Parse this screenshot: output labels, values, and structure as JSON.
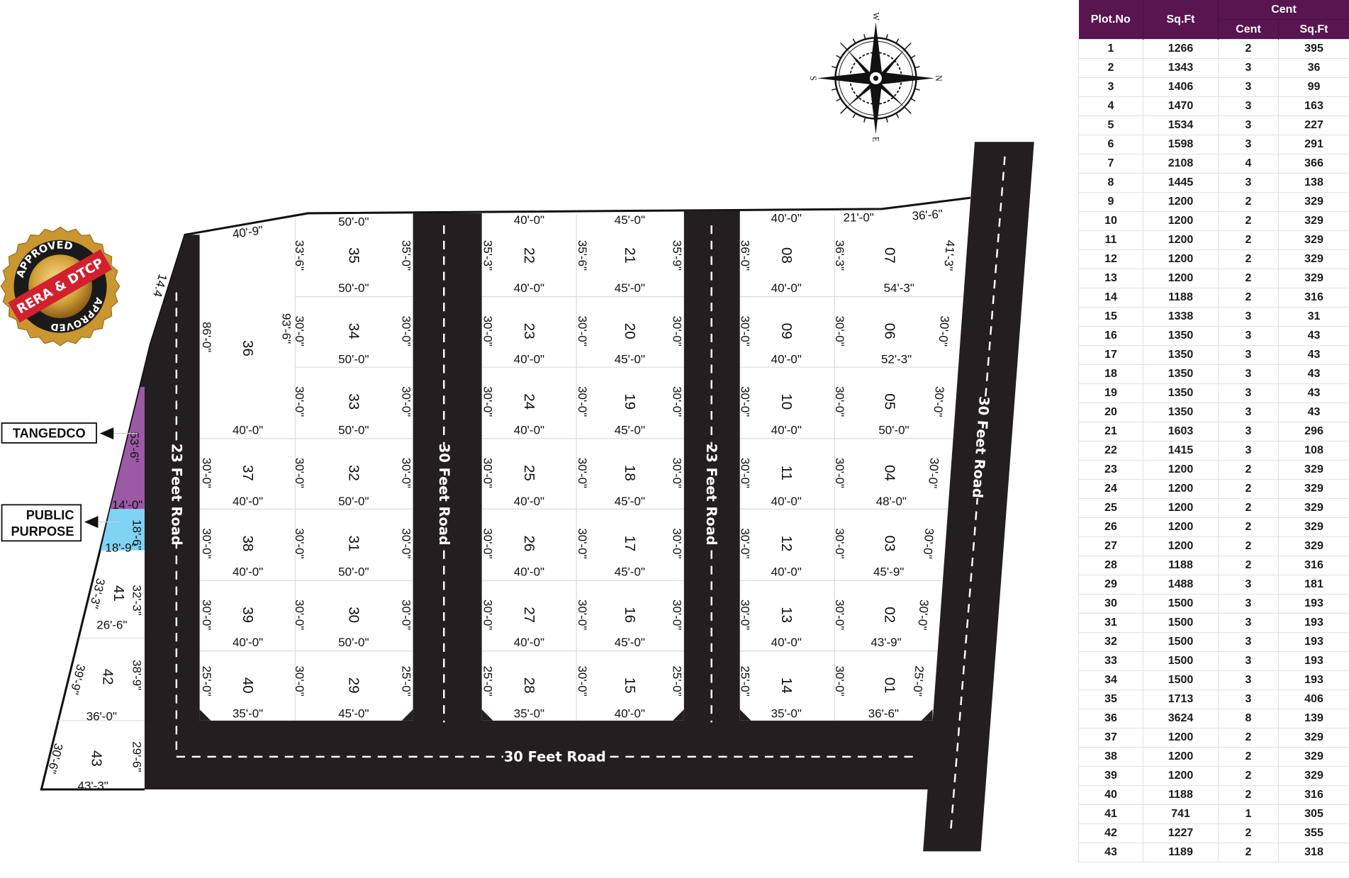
{
  "badge": {
    "top": "APPROVED",
    "band": "RERA & DTCP",
    "bottom": "APPROVED"
  },
  "compass": {
    "north": "N",
    "south": "S",
    "east": "E",
    "west": "W"
  },
  "legend": {
    "tangedco": "TANGEDCO",
    "public_line1": "PUBLIC",
    "public_line2": "PURPOSE"
  },
  "roads": {
    "left_vertical": "23 Feet Road",
    "middle_vertical_1": "30 Feet Road",
    "middle_vertical_2": "23 Feet Road",
    "bottom": "30 Feet Road",
    "right_vertical": "30 Feet Road"
  },
  "plan": {
    "columns": [
      {
        "top": "40'-9\"",
        "plots": [
          null,
          "36",
          null,
          "37",
          "38",
          "39",
          "40"
        ],
        "bottoms": [
          null,
          null,
          "40'-0\"",
          "40'-0\"",
          "40'-0\"",
          "40'-0\"",
          "35'-0\""
        ]
      },
      {
        "top": "50'-0\"",
        "plots": [
          "35",
          "34",
          "33",
          "32",
          "31",
          "30",
          "29"
        ],
        "bottoms": [
          "50'-0\"",
          "50'-0\"",
          "50'-0\"",
          "50'-0\"",
          "50'-0\"",
          "50'-0\"",
          "45'-0\""
        ]
      },
      {
        "top": "40'-0\"",
        "plots": [
          "22",
          "23",
          "24",
          "25",
          "26",
          "27",
          "28"
        ],
        "bottoms": [
          "40'-0\"",
          "40'-0\"",
          "40'-0\"",
          "40'-0\"",
          "40'-0\"",
          "40'-0\"",
          "35'-0\""
        ]
      },
      {
        "top": "45'-0\"",
        "plots": [
          "21",
          "20",
          "19",
          "18",
          "17",
          "16",
          "15"
        ],
        "bottoms": [
          "45'-0\"",
          "45'-0\"",
          "45'-0\"",
          "45'-0\"",
          "45'-0\"",
          "45'-0\"",
          "40'-0\""
        ]
      },
      {
        "top": "40'-0\"",
        "plots": [
          "08",
          "09",
          "10",
          "11",
          "12",
          "13",
          "14"
        ],
        "bottoms": [
          "40'-0\"",
          "40'-0\"",
          "40'-0\"",
          "40'-0\"",
          "40'-0\"",
          "40'-0\"",
          "35'-0\""
        ]
      },
      {
        "top": "21'-0\"",
        "plots": [
          "07",
          "06",
          "05",
          "04",
          "03",
          "02",
          "01"
        ],
        "bottoms": [
          "54'-3\"",
          "52'-3\"",
          "50'-0\"",
          "48'-0\"",
          "45'-9\"",
          "43'-9\"",
          "36'-6\""
        ]
      }
    ],
    "edges": [
      [
        null,
        "86'-0\"",
        null,
        "30'-0\"",
        "30'-0\"",
        "30'-0\"",
        "25'-0\""
      ],
      [
        "33'-6\"",
        "30'-0\"",
        "30'-0\"",
        "30'-0\"",
        "30'-0\"",
        "30'-0\"",
        "30'-0\""
      ],
      [
        "35'-0\"",
        "30'-0\"",
        "30'-0\"",
        "30'-0\"",
        "30'-0\"",
        "30'-0\"",
        "25'-0\""
      ],
      [
        "35'-3\"",
        "30'-0\"",
        "30'-0\"",
        "30'-0\"",
        "30'-0\"",
        "30'-0\"",
        "25'-0\""
      ],
      [
        "35'-6\"",
        "30'-0\"",
        "30'-0\"",
        "30'-0\"",
        "30'-0\"",
        "30'-0\"",
        "30'-0\""
      ],
      [
        "35'-9\"",
        "30'-0\"",
        "30'-0\"",
        "30'-0\"",
        "30'-0\"",
        "30'-0\"",
        "25'-0\""
      ],
      [
        "36'-0\"",
        "30'-0\"",
        "30'-0\"",
        "30'-0\"",
        "30'-0\"",
        "30'-0\"",
        "25'-0\""
      ],
      [
        "36'-3\"",
        "30'-0\"",
        "30'-0\"",
        "30'-0\"",
        "30'-0\"",
        "30'-0\"",
        "30'-0\""
      ],
      [
        "41'-3\"",
        "30'-0\"",
        "30'-0\"",
        "30'-0\"",
        "30'-0\"",
        "30'-0\"",
        "25'-0\""
      ]
    ],
    "extras": [
      "93'-6\"",
      "36'-6\"",
      "14.4"
    ],
    "strip": {
      "plots": [
        "41",
        "42",
        "43"
      ],
      "labels": [
        "53'-6\"",
        "14'-0\"",
        "18'-6\"",
        "18'-9\"",
        "33'-3\"",
        "32'-3\"",
        "26'-6\"",
        "39'-9\"",
        "38'-9\"",
        "36'-0\"",
        "30'-6\"",
        "29'-6\"",
        "43'-3\""
      ]
    }
  },
  "table": {
    "headers": {
      "plot_no": "Plot.No",
      "sqft": "Sq.Ft",
      "cent_group": "Cent",
      "cent": "Cent",
      "cent_sqft": "Sq.Ft"
    },
    "rows": [
      [
        "1",
        "1266",
        "2",
        "395"
      ],
      [
        "2",
        "1343",
        "3",
        "36"
      ],
      [
        "3",
        "1406",
        "3",
        "99"
      ],
      [
        "4",
        "1470",
        "3",
        "163"
      ],
      [
        "5",
        "1534",
        "3",
        "227"
      ],
      [
        "6",
        "1598",
        "3",
        "291"
      ],
      [
        "7",
        "2108",
        "4",
        "366"
      ],
      [
        "8",
        "1445",
        "3",
        "138"
      ],
      [
        "9",
        "1200",
        "2",
        "329"
      ],
      [
        "10",
        "1200",
        "2",
        "329"
      ],
      [
        "11",
        "1200",
        "2",
        "329"
      ],
      [
        "12",
        "1200",
        "2",
        "329"
      ],
      [
        "13",
        "1200",
        "2",
        "329"
      ],
      [
        "14",
        "1188",
        "2",
        "316"
      ],
      [
        "15",
        "1338",
        "3",
        "31"
      ],
      [
        "16",
        "1350",
        "3",
        "43"
      ],
      [
        "17",
        "1350",
        "3",
        "43"
      ],
      [
        "18",
        "1350",
        "3",
        "43"
      ],
      [
        "19",
        "1350",
        "3",
        "43"
      ],
      [
        "20",
        "1350",
        "3",
        "43"
      ],
      [
        "21",
        "1603",
        "3",
        "296"
      ],
      [
        "22",
        "1415",
        "3",
        "108"
      ],
      [
        "23",
        "1200",
        "2",
        "329"
      ],
      [
        "24",
        "1200",
        "2",
        "329"
      ],
      [
        "25",
        "1200",
        "2",
        "329"
      ],
      [
        "26",
        "1200",
        "2",
        "329"
      ],
      [
        "27",
        "1200",
        "2",
        "329"
      ],
      [
        "28",
        "1188",
        "2",
        "316"
      ],
      [
        "29",
        "1488",
        "3",
        "181"
      ],
      [
        "30",
        "1500",
        "3",
        "193"
      ],
      [
        "31",
        "1500",
        "3",
        "193"
      ],
      [
        "32",
        "1500",
        "3",
        "193"
      ],
      [
        "33",
        "1500",
        "3",
        "193"
      ],
      [
        "34",
        "1500",
        "3",
        "193"
      ],
      [
        "35",
        "1713",
        "3",
        "406"
      ],
      [
        "36",
        "3624",
        "8",
        "139"
      ],
      [
        "37",
        "1200",
        "2",
        "329"
      ],
      [
        "38",
        "1200",
        "2",
        "329"
      ],
      [
        "39",
        "1200",
        "2",
        "329"
      ],
      [
        "40",
        "1188",
        "2",
        "316"
      ],
      [
        "41",
        "741",
        "1",
        "305"
      ],
      [
        "42",
        "1227",
        "2",
        "355"
      ],
      [
        "43",
        "1189",
        "2",
        "318"
      ]
    ]
  },
  "colors": {
    "road": "#231f20",
    "tangedco": "#9b59a6",
    "public_purpose": "#7fd3f5",
    "header": "#58154f",
    "badge_gold": "#c9962f",
    "badge_red": "#d3202f"
  }
}
